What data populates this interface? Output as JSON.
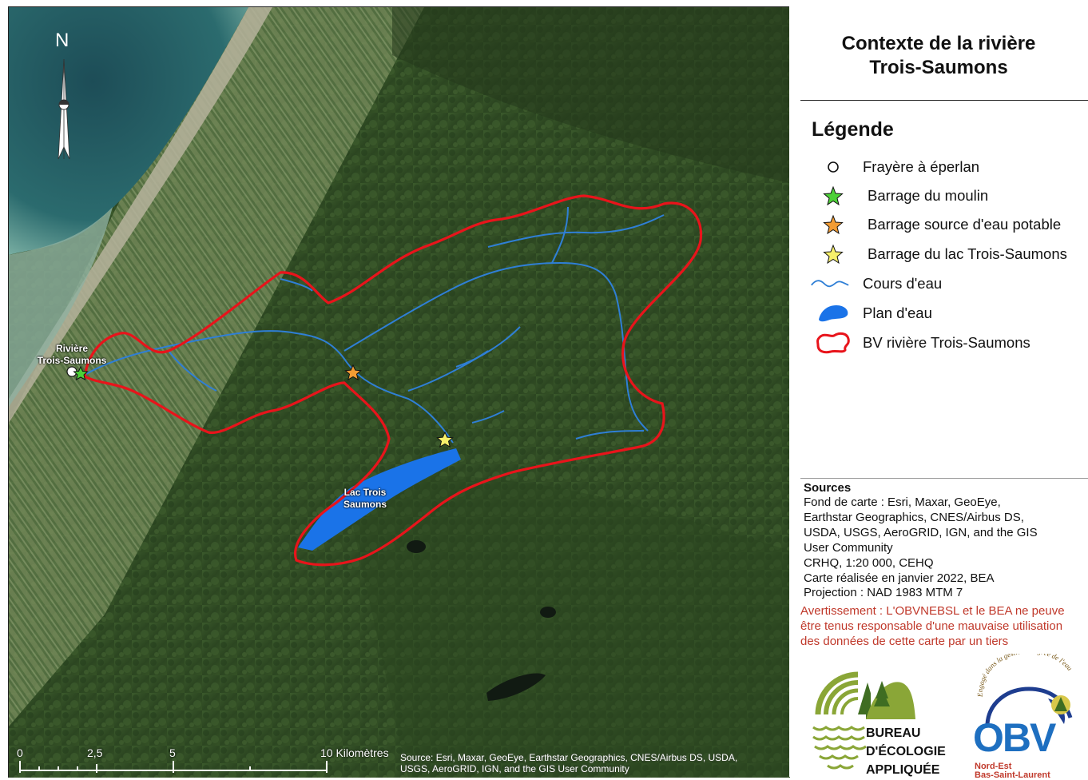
{
  "title": {
    "line1": "Contexte de la rivière",
    "line2": "Trois-Saumons"
  },
  "legend": {
    "title": "Légende",
    "items": [
      {
        "label": "Frayère à éperlan",
        "icon": "circle-icon",
        "color": "#ffffff"
      },
      {
        "label": "Barrage du moulin",
        "icon": "star-icon",
        "color": "#4cd137"
      },
      {
        "label": "Barrage source d'eau potable",
        "icon": "star-icon",
        "color": "#f39c33"
      },
      {
        "label": "Barrage du lac Trois-Saumons",
        "icon": "star-icon",
        "color": "#f7f06a"
      },
      {
        "label": "Cours d'eau",
        "icon": "stream-icon",
        "color": "#2f7fd6"
      },
      {
        "label": "Plan d'eau",
        "icon": "lake-icon",
        "color": "#1a73e8"
      },
      {
        "label": "BV rivière Trois-Saumons",
        "icon": "watershed-icon",
        "color": "#e8141b"
      }
    ]
  },
  "sources": {
    "title": "Sources",
    "lines": [
      "Fond de carte : Esri, Maxar, GeoEye,",
      "Earthstar Geographics, CNES/Airbus DS,",
      "USDA, USGS, AeroGRID, IGN, and the GIS",
      "User Community",
      "CRHQ, 1:20 000, CEHQ",
      "Carte réalisée en janvier 2022, BEA",
      "Projection : NAD 1983 MTM 7"
    ]
  },
  "warning": {
    "lines": [
      "Avertissement : L'OBVNEBSL et le BEA ne peuve",
      "être tenus responsable d'une mauvaise utilisation",
      "des données de cette carte par un tiers"
    ]
  },
  "map": {
    "north_label": "N",
    "place_river": "Rivière\nTrois-Saumons",
    "place_lake": "Lac Trois\nSaumons",
    "scale_labels": [
      "0",
      "2,5",
      "5",
      "10 Kilomètres"
    ],
    "attribution_line1": "Source: Esri, Maxar, GeoEye, Earthstar Geographics, CNES/Airbus DS, USDA,",
    "attribution_line2": "USGS, AeroGRID, IGN, and the GIS User Community"
  },
  "logos": {
    "bea_lines": [
      "BUREAU",
      "D'ÉCOLOGIE",
      "APPLIQUÉE"
    ],
    "obv_arc_text": "Engagé dans la gestion intégrée de l'eau",
    "obv_letters": "OBV",
    "obv_lines": [
      "Nord-Est",
      "Bas-Saint-Laurent"
    ]
  },
  "colors": {
    "watershed": "#e8141b",
    "stream": "#2f7fd6",
    "lake": "#1a73e8",
    "warning": "#c0392b",
    "forest": "#2f4a25",
    "water_dark": "#214f5a"
  }
}
